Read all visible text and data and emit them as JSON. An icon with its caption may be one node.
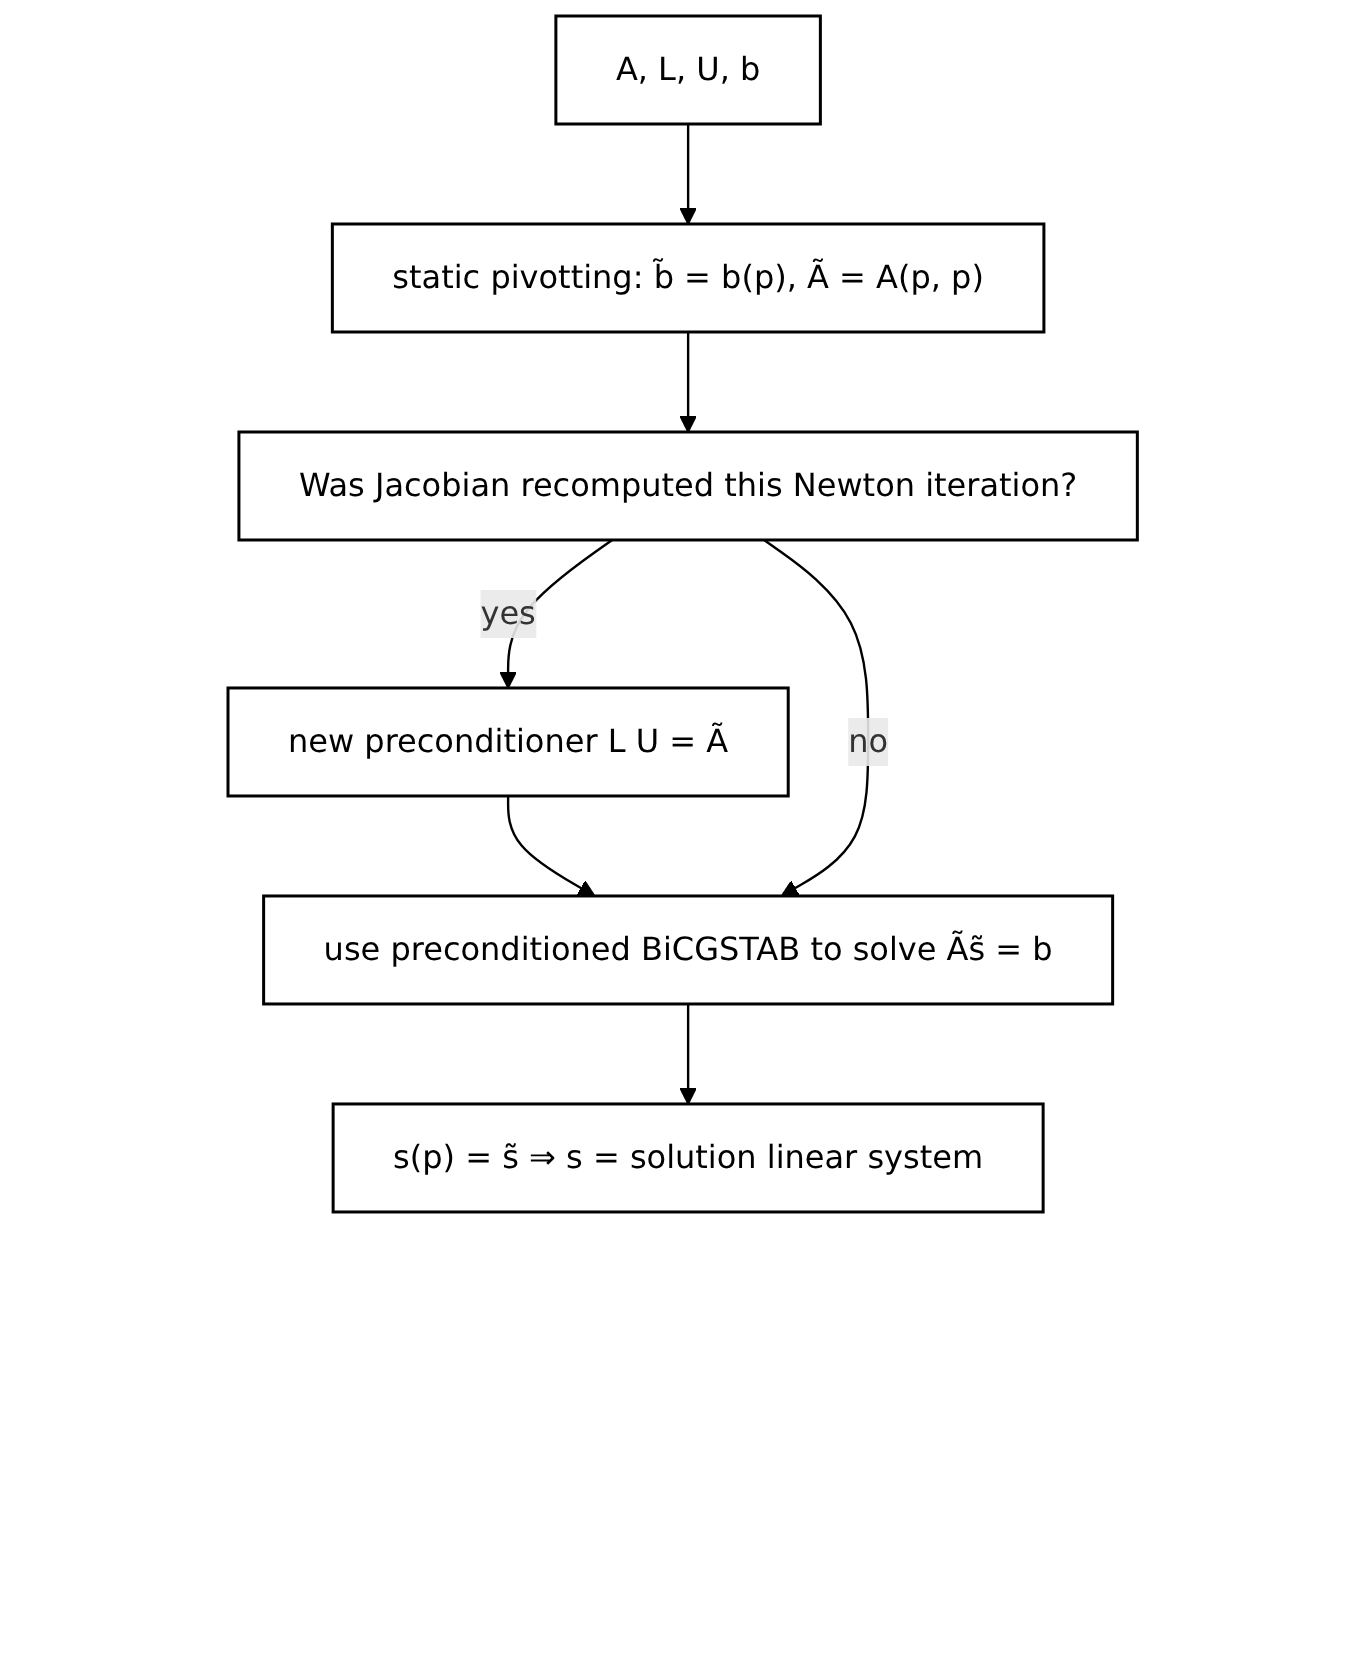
{
  "diagram": {
    "nodes": [
      {
        "text": [
          "A, L, U, b"
        ]
      },
      {
        "text": [
          "static pivotting: b̃ = b(p), Ã = A(p, p)"
        ]
      },
      {
        "text": [
          "Was Jacobian recomputed this Newton iteration?"
        ]
      },
      {
        "text": [
          "new preconditioner L U = Ã"
        ]
      },
      {
        "text": [
          "use preconditioned BiCGSTAB to solve Ãs̃ = b"
        ]
      },
      {
        "text": [
          "s(p) = s̃ ⇒ s = solution linear system"
        ]
      }
    ],
    "edges": [
      {
        "from": 0,
        "to": 1,
        "arrow": "to"
      },
      {
        "from": 1,
        "to": 2,
        "arrow": "to"
      },
      {
        "from": 2,
        "to": 3,
        "arrow": "to",
        "label": "yes"
      },
      {
        "from": 3,
        "to": 4,
        "arrow": "to"
      },
      {
        "from": 4,
        "to": 5,
        "arrow": "to"
      },
      {
        "from": 2,
        "to": 4,
        "arrow": "to",
        "label": "no"
      }
    ]
  }
}
